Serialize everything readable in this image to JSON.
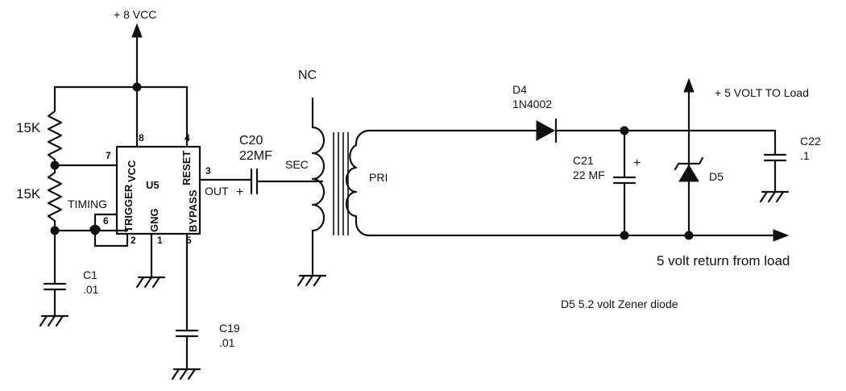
{
  "supply": {
    "vcc": "+ 8 VCC",
    "out5v": "+ 5 VOLT TO Load",
    "return": "5 volt return from load"
  },
  "resistors": {
    "r1": "15K",
    "r2": "15K",
    "timing": "TIMING"
  },
  "ic": {
    "name": "U5",
    "pins": {
      "vcc": "VCC",
      "reset": "RESET",
      "trigger": "TRIGGER",
      "gng": "GNG",
      "bypass": "BYPASS",
      "out": "OUT"
    },
    "pin_numbers": {
      "p8": "8",
      "p4": "4",
      "p7": "7",
      "p3": "3",
      "p6": "6",
      "p2": "2",
      "p1": "1",
      "p5": "5"
    }
  },
  "capacitors": {
    "c1": {
      "name": "C1",
      "value": ".01"
    },
    "c19": {
      "name": "C19",
      "value": ".01"
    },
    "c20": {
      "name": "C20",
      "value": "22MF"
    },
    "c21": {
      "name": "C21",
      "value": "22 MF"
    },
    "c22": {
      "name": "C22",
      "value": ".1"
    },
    "plus": "+"
  },
  "transformer": {
    "nc": "NC",
    "sec": "SEC",
    "pri": "PRI"
  },
  "diodes": {
    "d4": {
      "name": "D4",
      "part": "1N4002"
    },
    "d5": {
      "name": "D5"
    },
    "note": "D5 5.2 volt Zener diode"
  }
}
